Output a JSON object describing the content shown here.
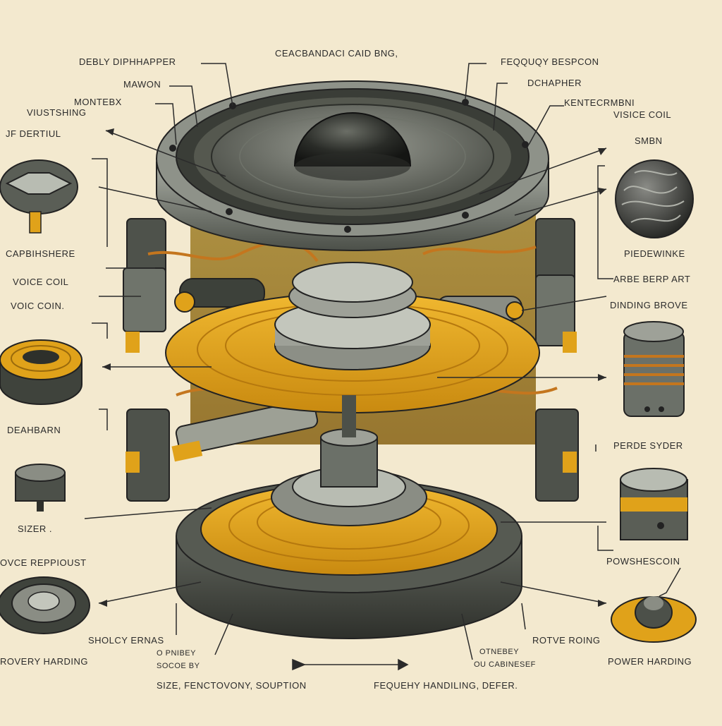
{
  "colors": {
    "background": "#f3e9cf",
    "metal_dark": "#3b3f38",
    "metal_mid": "#6b7068",
    "metal_light": "#b8bcb2",
    "accent_yellow": "#e0a21a",
    "copper": "#c4761e",
    "ink": "#2b2b2b"
  },
  "labels": {
    "top_center": "CEACBANDACI CAID BNG,",
    "debly": "DEBLY DIPHHAPPER",
    "mawon": "MAWON",
    "montebx": "MONTEBX",
    "viustshing": "VIUSTSHING",
    "jf_dertiul": "JF DERTIUL",
    "capbishere": "CAPBIHSHERE",
    "voice_coil_left": "VOICE COIL",
    "voic_coin": "VOIC COIN.",
    "deahbarn": "DEAHBARN",
    "sizer": "SIZER .",
    "ovce_reppioust": "OVCE REPPIOUST",
    "shoicy_ernas": "SHOLCY ERNAS",
    "rovery_harding": "ROVERY HARDING",
    "opnibey": "O PNIBEY",
    "socoe_by": "SOCOE BY",
    "bottom_left_caption": "SIZE, FENCTOVONY, SOUPTION",
    "bottom_right_caption": "FEQUEHY HANDILING, DEFER.",
    "fequqy": "FEQQUQY BESPCON",
    "dchapher": "DCHAPHER",
    "kentecrmbni": "KENTECRMBNI",
    "visice_coil": "VISICE COIL",
    "smbn": "SMBN",
    "piedewinke": "PIEDEWINKE",
    "arbe_berp_art": "ARBE BERP ART",
    "dinding_brove": "DINDING BROVE",
    "perde_syder": "PERDE SYDER",
    "powshescoin": "POWSHESCOIN",
    "rotve_roing": "ROTVE ROING",
    "otnebey": "OTNEBEY",
    "ou_cabinesef": "OU CABINESEF",
    "power_harding": "POWER HARDING"
  },
  "component_icons": [
    "terminal-bracket-icon",
    "coil-ring-icon",
    "stacked-disc-icon",
    "tweeter-cup-icon",
    "textured-sphere-icon",
    "wound-bobbin-icon",
    "cylinder-magnet-icon",
    "yellow-mount-icon"
  ]
}
